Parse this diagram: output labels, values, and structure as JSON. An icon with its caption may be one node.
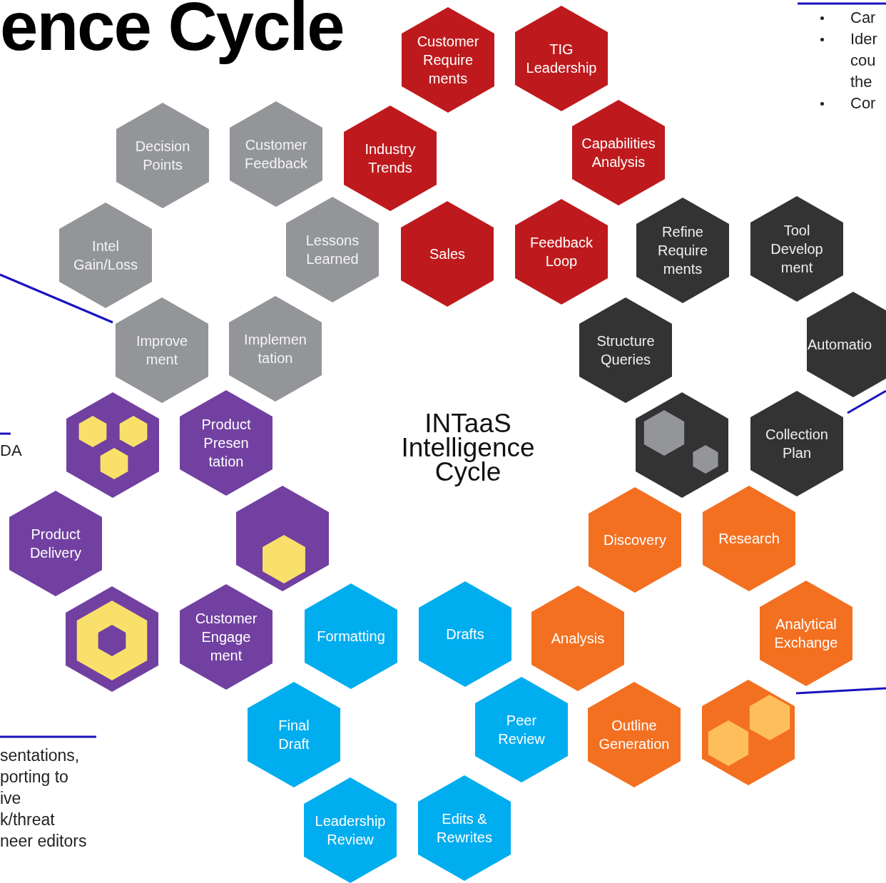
{
  "diagram": {
    "title": "ence Cycle",
    "nodes": [
      {
        "text": [
          "Customer Require ments"
        ]
      },
      {
        "text": [
          "TIG Leadership"
        ]
      },
      {
        "text": [
          "Decision Points"
        ]
      },
      {
        "text": [
          "Customer Feedback"
        ]
      },
      {
        "text": [
          "Industry Trends"
        ]
      },
      {
        "text": [
          "Capabilities Analysis"
        ]
      },
      {
        "text": [
          "Intel Gain/Loss"
        ]
      },
      {
        "text": [
          "Lessons Learned"
        ]
      },
      {
        "text": [
          "Sales"
        ]
      },
      {
        "text": [
          "Feedback Loop"
        ]
      },
      {
        "text": [
          "Refine Require ments"
        ]
      },
      {
        "text": [
          "Tool Develop ment"
        ]
      },
      {
        "text": [
          "Improve ment"
        ]
      },
      {
        "text": [
          "Implemen tation"
        ]
      },
      {
        "text": [
          "Structure Queries"
        ]
      },
      {
        "text": [
          "Automatio"
        ]
      },
      {
        "text": [],
        "shape": "hexagon"
      },
      {
        "text": [
          "Product Presen tation"
        ]
      },
      {
        "text": [],
        "shape": "hexagon"
      },
      {
        "text": [
          "Collection Plan"
        ]
      },
      {
        "text": [
          "Product Delivery"
        ]
      },
      {
        "text": [],
        "shape": "hexagon"
      },
      {
        "text": [
          "Discovery"
        ]
      },
      {
        "text": [
          "Research"
        ]
      },
      {
        "text": [],
        "shape": "hexagon"
      },
      {
        "text": [
          "Customer Engage ment"
        ]
      },
      {
        "text": [
          "Formatting"
        ]
      },
      {
        "text": [
          "Drafts"
        ]
      },
      {
        "text": [
          "Analysis"
        ]
      },
      {
        "text": [
          "Analytical Exchange"
        ]
      },
      {
        "text": [
          "Final Draft"
        ]
      },
      {
        "text": [
          "Peer Review"
        ]
      },
      {
        "text": [
          "Outline Generation"
        ]
      },
      {
        "text": [],
        "shape": "hexagon"
      },
      {
        "text": [
          "Leadership Review"
        ]
      },
      {
        "text": [
          "Edits & Rewrites"
        ]
      },
      {
        "text": [
          "Car",
          "Ider cou the",
          "Cor"
        ]
      },
      {
        "text": [
          "DA"
        ]
      },
      {
        "text": [
          "sentations,",
          "porting to",
          "ive",
          "k/threat",
          "neer editors"
        ]
      }
    ],
    "edges": [
      {
        "from": 36,
        "to": null,
        "arrow": "none"
      },
      {
        "from": 37,
        "to": null,
        "arrow": "none"
      },
      {
        "from": 38,
        "to": null,
        "arrow": "none"
      },
      {
        "from": null,
        "to": 12,
        "arrow": "none"
      },
      {
        "from": null,
        "to": 19,
        "arrow": "none"
      },
      {
        "from": null,
        "to": 33,
        "arrow": "none"
      }
    ],
    "labels": [
      "INTaaS Intelligence Cycle"
    ]
  }
}
